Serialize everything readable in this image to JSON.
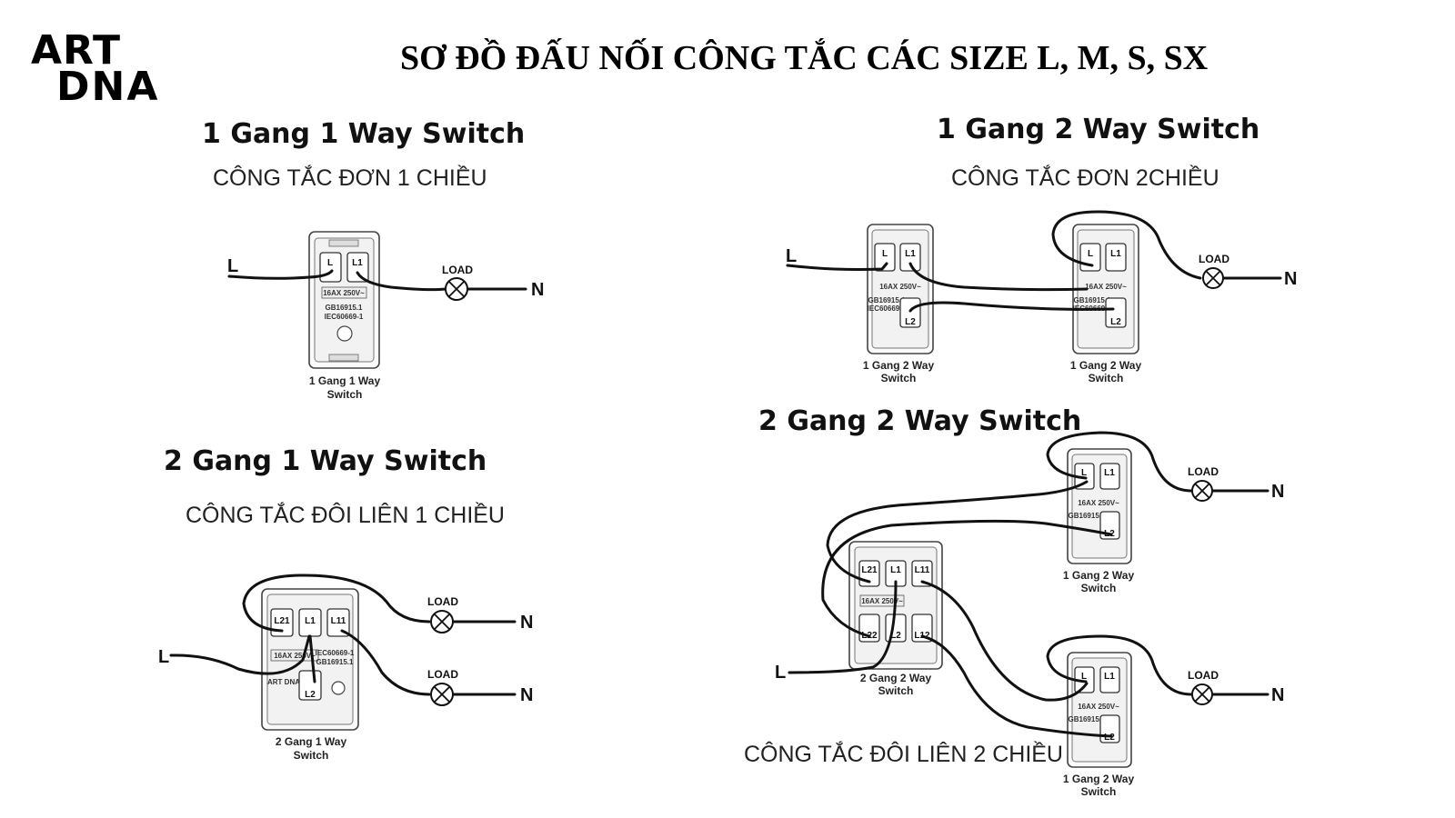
{
  "logo": {
    "line1": "ART",
    "line2": "DNA"
  },
  "title": "SƠ ĐỒ ĐẤU NỐI CÔNG TẮC CÁC SIZE L, M, S, SX",
  "sections": {
    "g1w1": {
      "title": "1 Gang 1 Way Switch",
      "subtitle": "CÔNG TẮC ĐƠN 1 CHIỀU"
    },
    "g1w2": {
      "title": "1 Gang 2 Way Switch",
      "subtitle": "CÔNG TẮC ĐƠN 2CHIỀU"
    },
    "g2w1": {
      "title": "2 Gang 1 Way Switch",
      "subtitle": "CÔNG TẮC ĐÔI LIÊN 1 CHIỀU"
    },
    "g2w2": {
      "title": "2 Gang 2 Way Switch",
      "subtitle": "CÔNG TẮC ĐÔI LIÊN 2 CHIỀU"
    }
  },
  "wire_labels": {
    "line": "L",
    "neutral": "N",
    "load": "LOAD"
  },
  "switch_labels": {
    "g1w1": [
      "1 Gang 1 Way",
      "Switch"
    ],
    "g1w2": [
      "1 Gang 2 Way",
      "Switch"
    ],
    "g2w1": [
      "2 Gang 1 Way",
      "Switch"
    ],
    "g2w2": [
      "2 Gang 2 Way",
      "Switch"
    ]
  },
  "terminals": {
    "one_way": [
      "L",
      "L1"
    ],
    "two_way": [
      "L",
      "L1",
      "L2"
    ],
    "two_gang_one_way": [
      "L21",
      "L1",
      "L11",
      "L2"
    ],
    "two_gang_two_way": [
      "L21",
      "L1",
      "L11",
      "L22",
      "L2",
      "L12"
    ]
  },
  "plate_text": {
    "rating": "16AX 250V~",
    "std1": "GB16915.1",
    "std2": "IEC60669-1",
    "brand": "ART DNA"
  }
}
